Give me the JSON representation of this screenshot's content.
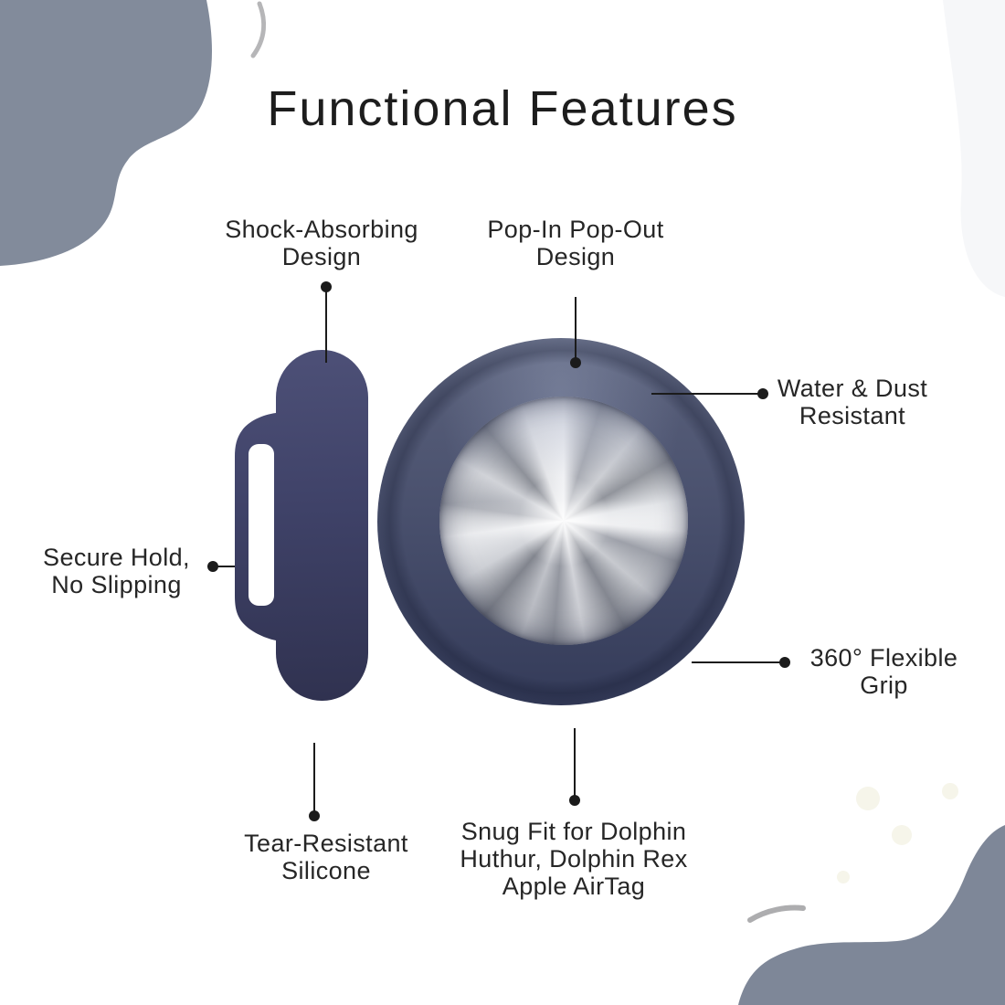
{
  "title": "Functional Features",
  "callouts": {
    "shock": {
      "label": "Shock-Absorbing Design"
    },
    "pop": {
      "label": "Pop-In Pop-Out Design"
    },
    "water": {
      "label": "Water & Dust Resistant"
    },
    "secure": {
      "label": "Secure Hold, No Slipping"
    },
    "grip": {
      "label": "360° Flexible Grip"
    },
    "tear": {
      "label": "Tear-Resistant Silicone"
    },
    "snug": {
      "label": "Snug Fit for Dolphin Huthur, Dolphin Rex Apple AirTag"
    }
  },
  "product": {
    "side_view": "silicone airtag holder side view with grip handle",
    "front_view": "silicone ring holder with brushed-metal Apple AirTag inserted"
  },
  "colors": {
    "blob_gray_blue": "#828B9B",
    "blob_faint": "#F6F7F9",
    "silicone_light": "#4D5077",
    "silicone_mid": "#3F4268",
    "silicone_dark": "#303250",
    "ring_light": "#5B627C",
    "ring_dark": "#343B59",
    "metal_light": "#F0F1F4",
    "metal_dark": "#8E9199",
    "leader_line": "#1B1B1B",
    "text": "#262626",
    "accent_stroke_gray": "#B4B4B6"
  }
}
